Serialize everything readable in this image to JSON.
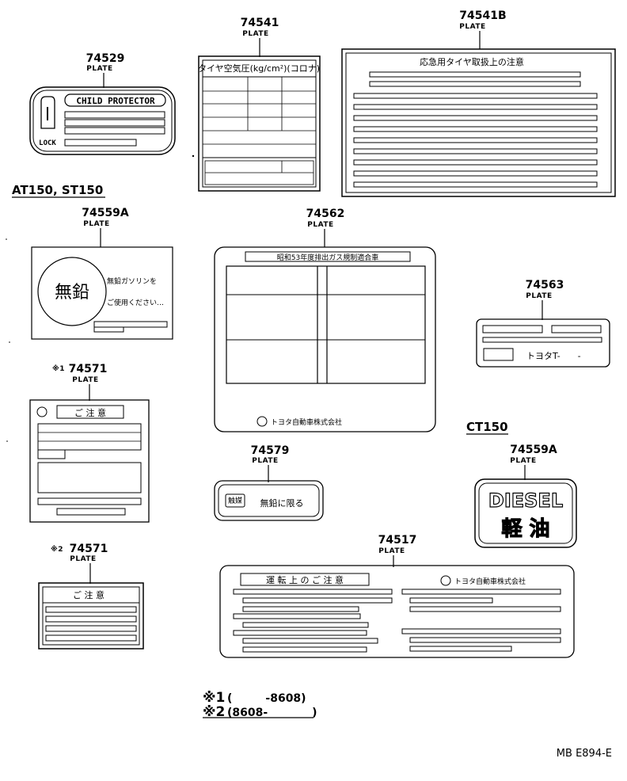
{
  "parts": {
    "p74529": {
      "number": "74529",
      "name": "PLATE"
    },
    "p74541": {
      "number": "74541",
      "name": "PLATE"
    },
    "p74541b": {
      "number": "74541B",
      "name": "PLATE"
    },
    "p74559a_at": {
      "number": "74559A",
      "name": "PLATE"
    },
    "p74562": {
      "number": "74562",
      "name": "PLATE"
    },
    "p74563": {
      "number": "74563",
      "name": "PLATE"
    },
    "p74571_1": {
      "prefix": "※1",
      "number": "74571",
      "name": "PLATE"
    },
    "p74579": {
      "number": "74579",
      "name": "PLATE"
    },
    "p74559a_ct": {
      "number": "74559A",
      "name": "PLATE"
    },
    "p74571_2": {
      "prefix": "※2",
      "number": "74571",
      "name": "PLATE"
    },
    "p74517": {
      "number": "74517",
      "name": "PLATE"
    }
  },
  "sections": {
    "at150": "AT150, ST150",
    "ct150": "CT150"
  },
  "plates": {
    "child_protector": {
      "title": "CHILD PROTECTOR",
      "lock": "LOCK"
    },
    "tire_pressure": {
      "header": "タイヤ空気圧(kg/cm²)(コロナ)"
    },
    "spare_tire": {
      "header": "応急用タイヤ取扱上の注意"
    },
    "unleaded_a": {
      "symbol": "無鉛",
      "line1": "無鉛ガソリンを",
      "line2": "ご使用ください…"
    },
    "emission": {
      "header": "昭和53年度排出ガス規制適合車",
      "maker": "トヨタ自動車株式会社"
    },
    "p74563_text": "トヨタT-　　-",
    "caution_1": {
      "header": "ご 注 意"
    },
    "fuel_limit": {
      "tag": "触媒",
      "text": "無鉛に限る"
    },
    "diesel": {
      "en": "DIESEL",
      "jp": "軽 油"
    },
    "caution_2": {
      "header": "ご 注 意"
    },
    "driving_caution": {
      "header": "運 転 上 の ご 注 意",
      "maker": "トヨタ自動車株式会社"
    }
  },
  "legend": {
    "note1_mark": "※1",
    "note1_range": "(　　　-8608)",
    "note2_mark": "※2",
    "note2_range": "(8608-　　　　)"
  },
  "diagram_code": "MB E894-E"
}
